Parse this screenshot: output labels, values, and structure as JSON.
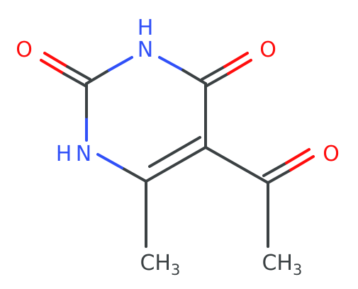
{
  "colors": {
    "carbon": "#3b4143",
    "oxygen": "#ff0d0d",
    "nitrogen": "#3050f8",
    "background": "#ffffff"
  },
  "molecule": {
    "atoms": {
      "o_left": "O",
      "nh_top": "H",
      "n_top": "N",
      "o_right": "O",
      "nh_left": "H",
      "n_left": "N",
      "o_acetyl": "O",
      "ch3_left_c": "CH",
      "ch3_left_sub": "3",
      "ch3_right_c": "CH",
      "ch3_right_sub": "3"
    }
  }
}
